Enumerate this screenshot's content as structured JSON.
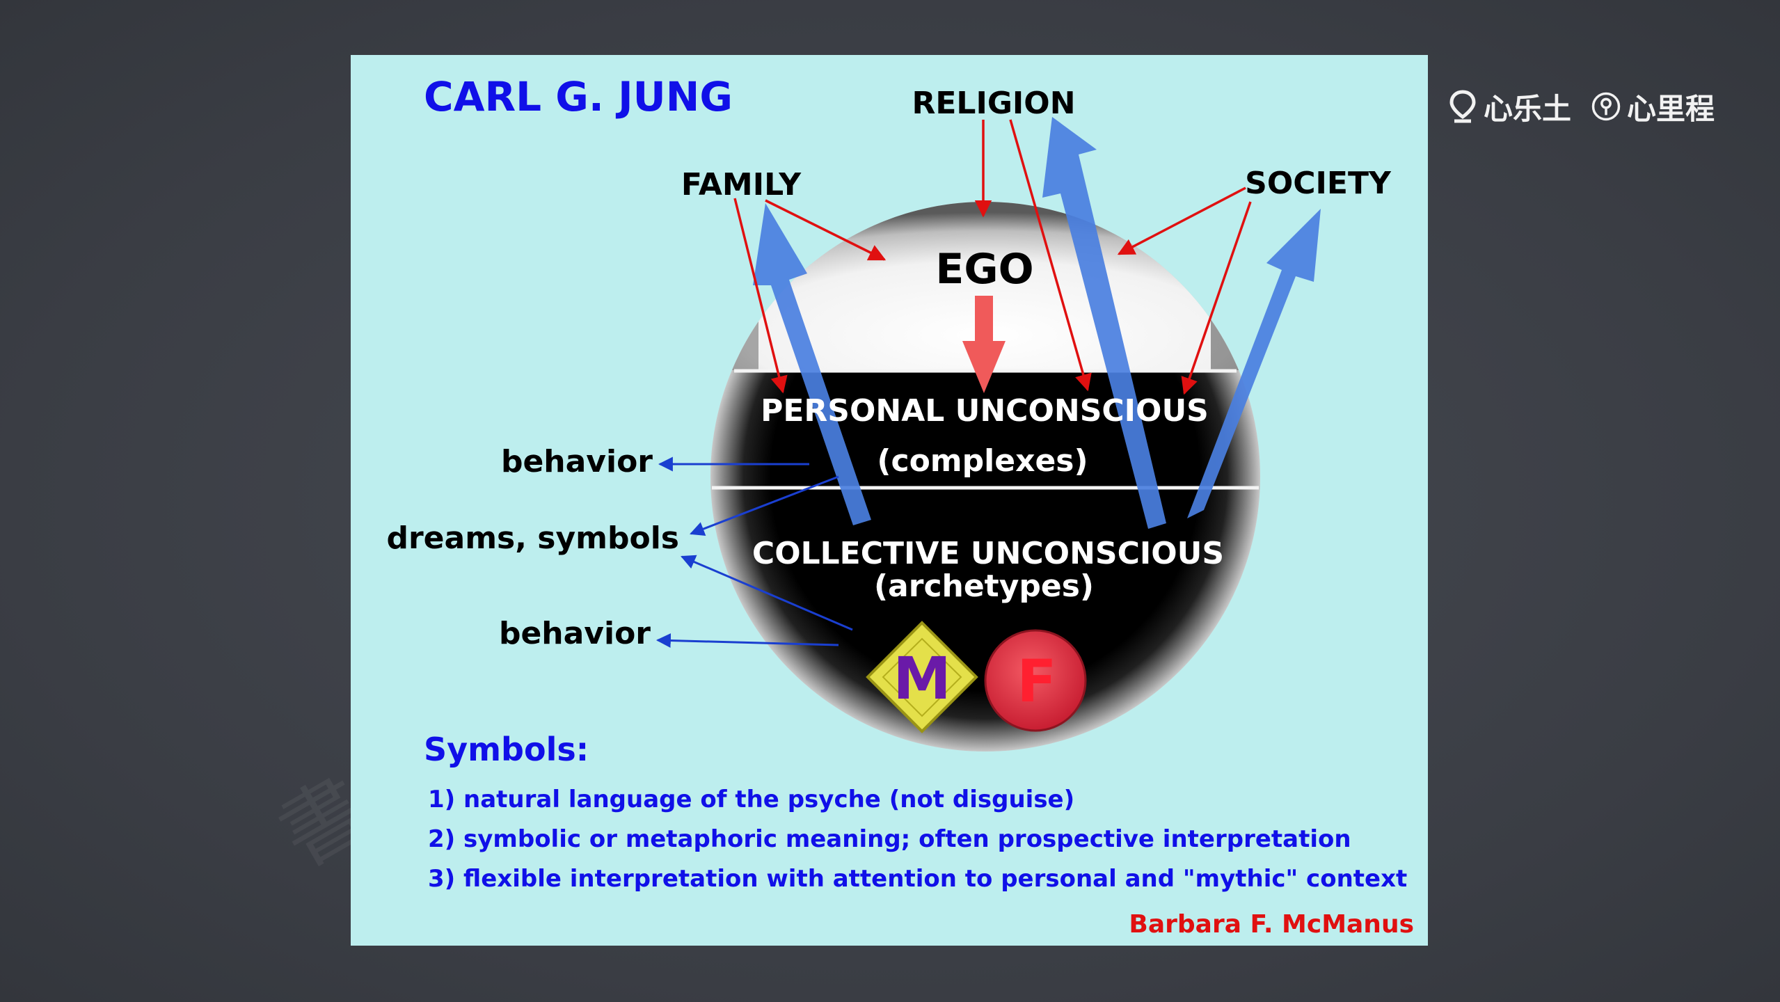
{
  "diagram": {
    "title": "CARL G. JUNG",
    "influences": {
      "religion": "RELIGION",
      "family": "FAMILY",
      "society": "SOCIETY"
    },
    "layers": {
      "ego": "EGO",
      "personal_unconscious": "PERSONAL UNCONSCIOUS",
      "personal_unconscious_sub": "(complexes)",
      "collective_unconscious": "COLLECTIVE UNCONSCIOUS",
      "collective_unconscious_sub": "(archetypes)"
    },
    "outputs": {
      "behavior_top": "behavior",
      "dreams_symbols": "dreams, symbols",
      "behavior_bottom": "behavior"
    },
    "archetype_badges": {
      "m": "M",
      "f": "F"
    },
    "symbols_heading": "Symbols:",
    "symbols_list": [
      "1) natural language of the psyche (not disguise)",
      "2) symbolic or metaphoric meaning; often prospective interpretation",
      "3) flexible interpretation with attention to personal and \"mythic\" context"
    ],
    "author": "Barbara F. McManus"
  },
  "brand": {
    "logo_one": "心乐土",
    "logo_two": "心里程"
  },
  "colors": {
    "panel_bg": "#bdeeee",
    "title_blue": "#1010e8",
    "influence_red": "#e01010",
    "ego_arrow": "#f05a5a",
    "output_arrow": "#4a7fe0",
    "badge_m": "#e4e04a",
    "badge_f": "#e03040"
  }
}
